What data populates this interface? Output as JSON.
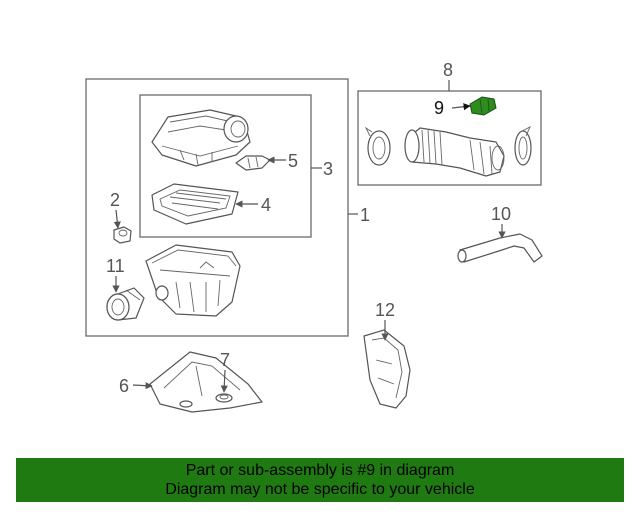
{
  "callouts": {
    "c1": "1",
    "c2": "2",
    "c3": "3",
    "c4": "4",
    "c5": "5",
    "c6": "6",
    "c7": "7",
    "c8": "8",
    "c9": "9",
    "c10": "10",
    "c11": "11",
    "c12": "12"
  },
  "highlight_part": "9",
  "colors": {
    "highlight": "#2e8b1e",
    "banner": "#1f7a12",
    "line": "#555555"
  },
  "banner": {
    "line1": "Part or sub-assembly is #9 in diagram",
    "line2": "Diagram may not be specific to your vehicle"
  }
}
